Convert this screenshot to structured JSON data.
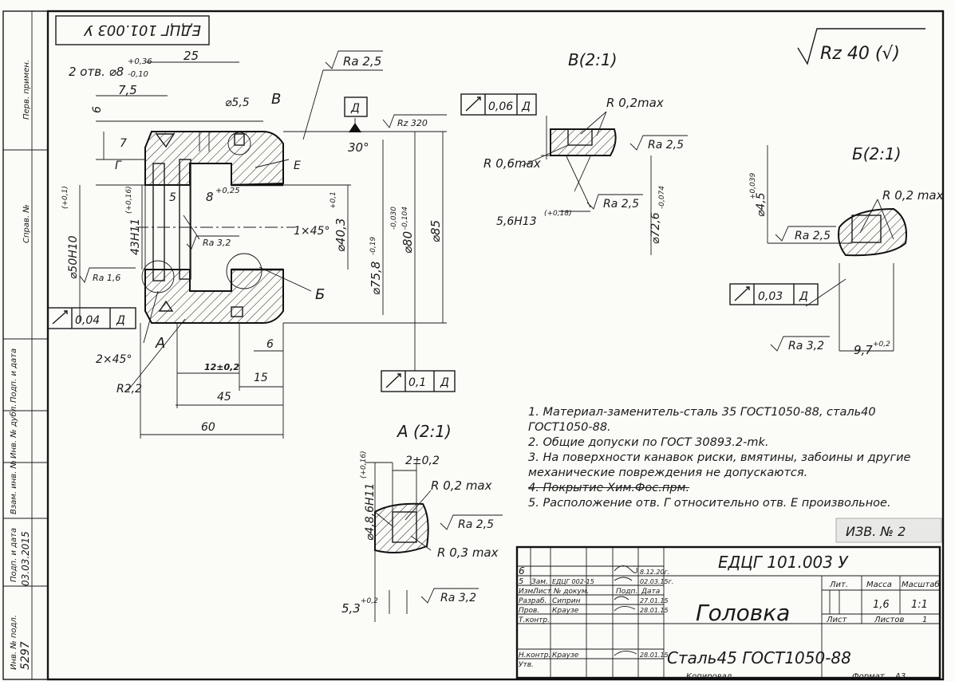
{
  "doc_code": "ЕДЦГ 101.003 У",
  "doc_code_rotated": "ЕДЦГ 101.003 У",
  "roughness_general": "Rz 40 (√)",
  "left_strip": [
    "Перв. примен.",
    "Справ. №",
    "Подп. и дата",
    "Инв. № дубл.",
    "Взам. инв. №",
    "Подп. и дата",
    "Инв. № подл."
  ],
  "left_strip_handwritten": [
    "5297",
    "03.03.2015"
  ],
  "main_view": {
    "holes_label": "2 отв. ⌀8",
    "holes_tol_up": "+0,36",
    "holes_tol_dn": "-0,10",
    "dim_25": "25",
    "dim_7_5": "7,5",
    "dim_d5_5": "⌀5,5",
    "dim_6": "6",
    "dim_7": "7",
    "label_G": "Г",
    "label_B": "В",
    "label_E": "Е",
    "label_A": "А",
    "label_Bsoft": "Б",
    "rough_top": "Ra 2,5",
    "datum": "Д",
    "angle_30": "30°",
    "rz320": "Rz 320",
    "d50": "⌀50H10",
    "d50_tol": "(+0,1)",
    "d43": "43H11",
    "d43_tol": "(+0,16)",
    "dim_5": "5",
    "dim_8": "8",
    "dim_8_tol": "+0,25",
    "ra32": "Ra 3,2",
    "chamfer_1x45": "1×45°",
    "d40_3": "⌀40,3",
    "d40_3_tol": "+0,1",
    "d75_8": "⌀75,8",
    "d75_8_tol": "-0,19",
    "d80": "⌀80",
    "d80_tol_up": "-0,030",
    "d80_tol_dn": "-0,104",
    "d85": "⌀85",
    "ra16": "Ra 1,6",
    "runout_left_val": "0,04",
    "runout_right_val": "0,1",
    "chamfer_2x45": "2×45°",
    "r2_2": "R2,2",
    "dim_12": "12±0,2",
    "dim_6b": "6",
    "dim_15": "15",
    "dim_45": "45",
    "dim_60": "60"
  },
  "view_B": {
    "title": "В(2:1)",
    "runout_val": "0,06",
    "datum": "Д",
    "r02": "R 0,2max",
    "r06": "R 0,6max",
    "ra25a": "Ra 2,5",
    "ra25b": "Ra 2,5",
    "d56": "5,6H13",
    "d56_tol": "(+0,18)",
    "d72_6": "⌀72,6",
    "d72_6_tol": "-0,074"
  },
  "view_Bsoft": {
    "title": "Б(2:1)",
    "d45": "⌀4,5",
    "d45_tol": "+0,039",
    "r02": "R 0,2 max",
    "ra25": "Ra 2,5",
    "runout_val": "0,03",
    "datum": "Д",
    "ra32": "Ra 3,2",
    "d9_7": "9,7",
    "d9_7_tol": "+0,2"
  },
  "view_A": {
    "title": "А (2:1)",
    "dim_2": "2±0,2",
    "d48": "⌀4,8,6H11",
    "d48_tol": "(+0,16)",
    "r02": "R 0,2 max",
    "ra25": "Ra 2,5",
    "r03": "R 0,3 max",
    "d53": "5,3",
    "d53_tol": "+0,2",
    "ra32": "Ra 3,2"
  },
  "notes": [
    "1. Материал-заменитель-сталь   35   ГОСТ1050-88,   сталь40",
    "ГОСТ1050-88.",
    "2. Общие допуски по ГОСТ 30893.2-mk.",
    "3. На поверхности канавок риски, вмятины, забоины и другие",
    "механические повреждения не допускаются.",
    "4. Покрытие Хим.Фос.прм.",
    "5. Расположение отв. Г относительно отв. Е произвольное."
  ],
  "stamp_text": "ИЗВ. № 2",
  "title_block": {
    "code": "ЕДЦГ 101.003 У",
    "name": "Головка",
    "material": "Сталь45 ГОСТ1050-88",
    "headers": [
      "Изм.",
      "Лист",
      "№ докум.",
      "Подп.",
      "Дата"
    ],
    "rev_rows": [
      {
        "izm": "6",
        "list": "",
        "doc": "",
        "podp": "",
        "data": "8.12.20г."
      },
      {
        "izm": "5",
        "list": "Зам.",
        "doc": "ЕДЦГ 002-15",
        "podp": "",
        "data": "02.03.15г."
      }
    ],
    "roles": [
      {
        "role": "Разраб.",
        "name": "Сиприн",
        "data": "27.01.15"
      },
      {
        "role": "Пров.",
        "name": "Краузе",
        "data": "28.01.15"
      },
      {
        "role": "Т.контр.",
        "name": "",
        "data": ""
      },
      {
        "role": "",
        "name": "",
        "data": ""
      },
      {
        "role": "Н.контр.",
        "name": "Краузе",
        "data": "28.01.15"
      },
      {
        "role": "Утв.",
        "name": "",
        "data": ""
      }
    ],
    "lit_label": "Лит.",
    "mass_label": "Масса",
    "scale_label": "Масштаб",
    "mass_value": "1,6",
    "scale_value": "1:1",
    "sheet_label": "Лист",
    "sheets_label": "Листов",
    "sheets_value": "1"
  },
  "footer": {
    "copied": "Копировал",
    "format_label": "Формат",
    "format_value": "А3"
  }
}
